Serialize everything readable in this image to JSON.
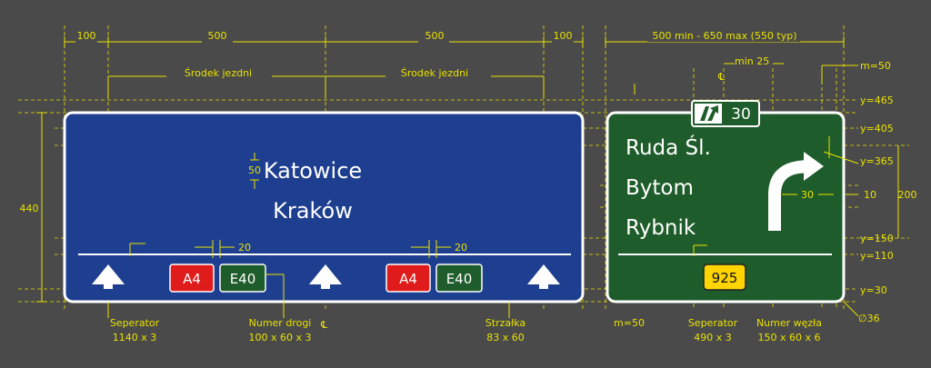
{
  "colors": {
    "background": "#4a4a4a",
    "dimension_lines": "#e8e100",
    "blue_sign": "#1e3f8f",
    "green_sign": "#1f5c2b",
    "motorway_number": "#e01b1b",
    "european_route": "#1f5c2b",
    "exit_number_plate": "#ffd400"
  },
  "dimensions": {
    "top": {
      "d100_left": "100",
      "d500_a": "500",
      "d500_b": "500",
      "d100_right": "100",
      "green_width": "500 min - 650 max (550 typ)"
    },
    "lane_center_a": "Środek jezdni",
    "lane_center_b": "Środek jezdni",
    "min25": "min 25",
    "m50_top": "m=50",
    "cl_top": "℄",
    "height_440": "440",
    "spacing_50": "50",
    "gap_20_a": "20",
    "gap_20_b": "20",
    "arrow_30": "30",
    "arrow_10": "10",
    "arrow_200": "200",
    "y_levels": [
      "y=465",
      "y=405",
      "y=365",
      "y=150",
      "y=110",
      "y=30"
    ],
    "diameter": "∅36"
  },
  "blue_sign": {
    "destination_1": "Katowice",
    "destination_2": "Kraków",
    "route_a4_left": "A4",
    "route_e40_left": "E40",
    "route_a4_right": "A4",
    "route_e40_right": "E40",
    "arrows": [
      "straight-arrow-icon",
      "straight-arrow-icon",
      "straight-arrow-icon"
    ]
  },
  "green_sign": {
    "exit_number": "30",
    "exit_icon": "motorway-exit-icon",
    "destination_1": "Ruda Śl.",
    "destination_2": "Bytom",
    "destination_3": "Rybnik",
    "junction_number": "925",
    "arrow_icon": "curved-right-arrow-icon"
  },
  "bottom_labels": {
    "separator_title": "Seperator",
    "separator_size": "1140 x 3",
    "road_number_title": "Numer drogi",
    "road_number_cl": "℄",
    "road_number_size": "100 x 60 x 3",
    "arrow_title": "Strzałka",
    "arrow_size": "83 x 60",
    "m50_bottom": "m=50",
    "separator2_title": "Seperator",
    "separator2_size": "490 x 3",
    "junction_title": "Numer węzła",
    "junction_size": "150 x 60 x 6"
  }
}
